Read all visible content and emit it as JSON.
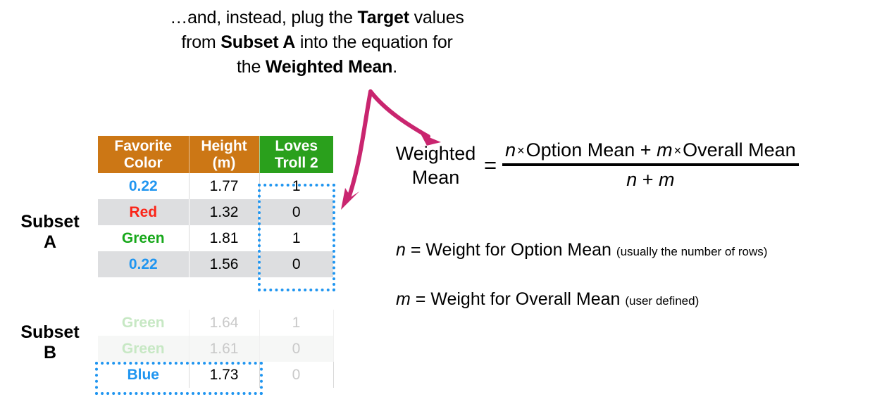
{
  "headline": {
    "line1_pre": "…and, instead, plug the ",
    "line1_bold": "Target",
    "line1_post": " values",
    "line2_pre": "from ",
    "line2_bold": "Subset A",
    "line2_post": " into the equation for",
    "line3_pre": "the ",
    "line3_bold": "Weighted Mean",
    "line3_post": "."
  },
  "labels": {
    "subset_a_line1": "Subset",
    "subset_a_line2": "A",
    "subset_b_line1": "Subset",
    "subset_b_line2": "B"
  },
  "table": {
    "headers": [
      {
        "line1": "Favorite",
        "line2": "Color",
        "bg": "#cc7715"
      },
      {
        "line1": "Height",
        "line2": "(m)",
        "bg": "#cc7715"
      },
      {
        "line1": "Loves",
        "line2": "Troll 2",
        "bg": "#2aa01c"
      }
    ],
    "subset_a_rows": [
      {
        "color": "0.22",
        "color_class": "v-blue",
        "height": "1.77",
        "loves": "1"
      },
      {
        "color": "Red",
        "color_class": "v-red",
        "height": "1.32",
        "loves": "0"
      },
      {
        "color": "Green",
        "color_class": "v-green",
        "height": "1.81",
        "loves": "1"
      },
      {
        "color": "0.22",
        "color_class": "v-blue",
        "height": "1.56",
        "loves": "0"
      }
    ],
    "subset_b_rows": [
      {
        "color": "Green",
        "color_class": "v-green",
        "height": "1.64",
        "loves": "1"
      },
      {
        "color": "Green",
        "color_class": "v-green",
        "height": "1.61",
        "loves": "0"
      },
      {
        "color": "Blue",
        "color_class": "v-blue",
        "height": "1.73",
        "loves": "0"
      }
    ]
  },
  "equation": {
    "lhs_line1": "Weighted",
    "lhs_line2": "Mean",
    "equals": "=",
    "num_n": "n",
    "num_times1": "×",
    "num_option_mean": "Option Mean",
    "num_plus": "+",
    "num_m": "m",
    "num_times2": "×",
    "num_overall_mean": "Overall Mean",
    "den_n": "n",
    "den_plus": "+",
    "den_m": "m"
  },
  "legend": {
    "n_var": "n",
    "n_text": " = Weight for Option Mean ",
    "n_note": "(usually the number of rows)",
    "m_var": "m",
    "m_text": " = Weight for Overall Mean ",
    "m_note": "(user defined)"
  },
  "colors": {
    "header_orange": "#cc7715",
    "header_green": "#2aa01c",
    "highlight_blue": "#1f95f0",
    "arrow_pink": "#c9256f",
    "value_red": "#fb2418",
    "value_green": "#17a81a",
    "row_shade": "#dddee0"
  },
  "annotations": {
    "arrow": "double-headed-curved-arrow"
  }
}
